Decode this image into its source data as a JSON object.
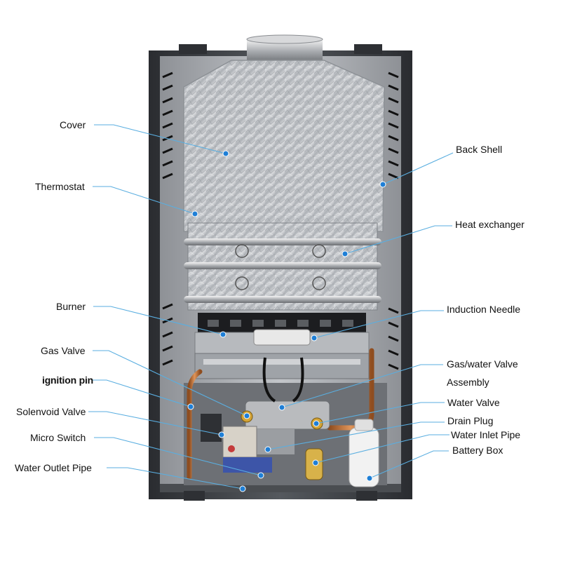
{
  "labels": {
    "cover": "Cover",
    "thermostat": "Thermostat",
    "burner": "Burner",
    "gas_valve": "Gas Valve",
    "ignition_pin": "ignition pin",
    "solenoid_valve": "Solenvoid Valve",
    "micro_switch": "Micro Switch",
    "water_outlet_pipe": "Water Outlet Pipe",
    "back_shell": "Back Shell",
    "heat_exchanger": "Heat exchanger",
    "induction_needle": "Induction Needle",
    "gas_water_valve_line1": "Gas/water Valve",
    "gas_water_valve_line2": "Assembly",
    "water_valve": "Water Valve",
    "drain_plug": "Drain Plug",
    "water_inlet_pipe": "Water Inlet Pipe",
    "battery_box": "Battery Box"
  },
  "colors": {
    "leader": "#5aaee0",
    "dot": "#1f7fd6",
    "shell": "#3b3e42",
    "foil": "#c9ccd0",
    "copper": "#c8773a"
  }
}
